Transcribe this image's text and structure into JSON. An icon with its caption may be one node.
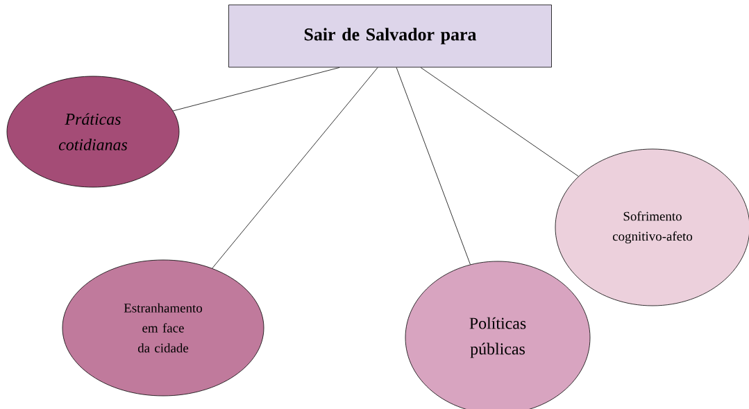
{
  "diagram": {
    "nodes": [
      {
        "text": [
          "Sair de Salvador para"
        ]
      },
      {
        "text": [
          "Práticas cotidianas"
        ]
      },
      {
        "text": [
          "Estranhamento em face da cidade"
        ]
      },
      {
        "text": [
          "Políticas públicas"
        ]
      },
      {
        "text": [
          "Sofrimento cognitivo-afeto"
        ]
      }
    ],
    "edges": [
      {
        "from": 0,
        "to": 1,
        "arrow": "none"
      },
      {
        "from": 0,
        "to": 2,
        "arrow": "none"
      },
      {
        "from": 0,
        "to": 3,
        "arrow": "none"
      },
      {
        "from": 0,
        "to": 4,
        "arrow": "none"
      }
    ]
  }
}
